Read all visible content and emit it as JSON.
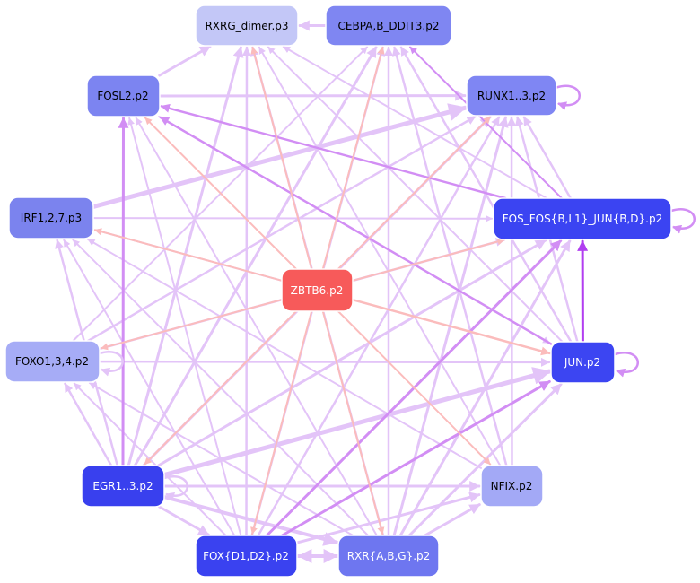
{
  "nodes": [
    {
      "id": "rxrg",
      "label": "RXRG_dimer.p3",
      "fill": "#c3c7f7",
      "text": "#000000"
    },
    {
      "id": "cebpa",
      "label": "CEBPA,B_DDIT3.p2",
      "fill": "#7f86f2",
      "text": "#000000"
    },
    {
      "id": "fosl2",
      "label": "FOSL2.p2",
      "fill": "#7c84f1",
      "text": "#000000"
    },
    {
      "id": "runx",
      "label": "RUNX1..3.p2",
      "fill": "#7f86f3",
      "text": "#000000"
    },
    {
      "id": "irf",
      "label": "IRF1,2,7.p3",
      "fill": "#7b83ee",
      "text": "#000000"
    },
    {
      "id": "fosfos",
      "label": "FOS_FOS{B,L1}_JUN{B,D}.p2",
      "fill": "#3b44f2",
      "text": "#ffffff"
    },
    {
      "id": "zbtb6",
      "label": "ZBTB6.p2",
      "fill": "#f75a5a",
      "text": "#ffffff"
    },
    {
      "id": "foxo",
      "label": "FOXO1,3,4.p2",
      "fill": "#a6acf6",
      "text": "#000000"
    },
    {
      "id": "jun",
      "label": "JUN.p2",
      "fill": "#3c45f2",
      "text": "#ffffff"
    },
    {
      "id": "egr",
      "label": "EGR1..3.p2",
      "fill": "#3940ee",
      "text": "#ffffff"
    },
    {
      "id": "nfix",
      "label": "NFIX.p2",
      "fill": "#a3a9f6",
      "text": "#000000"
    },
    {
      "id": "foxd",
      "label": "FOX{D1,D2}.p2",
      "fill": "#3a42f0",
      "text": "#ffffff"
    },
    {
      "id": "rxrabg",
      "label": "RXR{A,B,G}.p2",
      "fill": "#6e76f0",
      "text": "#ffffff"
    }
  ],
  "colors": {
    "edge_red": "#fbbcbc",
    "edge_lilac": "#e3c4f8",
    "edge_purple": "#d28ef4",
    "edge_strong": "#b13ef0"
  },
  "edges": [
    {
      "from": "zbtb6",
      "to": "rxrg",
      "kind": "red",
      "w": 2
    },
    {
      "from": "zbtb6",
      "to": "cebpa",
      "kind": "red",
      "w": 2
    },
    {
      "from": "zbtb6",
      "to": "fosl2",
      "kind": "red",
      "w": 2
    },
    {
      "from": "zbtb6",
      "to": "runx",
      "kind": "red",
      "w": 2
    },
    {
      "from": "zbtb6",
      "to": "irf",
      "kind": "red",
      "w": 2
    },
    {
      "from": "zbtb6",
      "to": "fosfos",
      "kind": "red",
      "w": 2
    },
    {
      "from": "zbtb6",
      "to": "foxo",
      "kind": "red",
      "w": 2
    },
    {
      "from": "zbtb6",
      "to": "jun",
      "kind": "red",
      "w": 2.5
    },
    {
      "from": "zbtb6",
      "to": "egr",
      "kind": "red",
      "w": 2
    },
    {
      "from": "zbtb6",
      "to": "nfix",
      "kind": "red",
      "w": 2
    },
    {
      "from": "zbtb6",
      "to": "foxd",
      "kind": "red",
      "w": 2
    },
    {
      "from": "zbtb6",
      "to": "rxrabg",
      "kind": "red",
      "w": 2
    },
    {
      "from": "cebpa",
      "to": "rxrg",
      "kind": "lilac",
      "w": 3
    },
    {
      "from": "fosl2",
      "to": "rxrg",
      "kind": "lilac",
      "w": 3
    },
    {
      "from": "fosl2",
      "to": "runx",
      "kind": "lilac",
      "w": 3
    },
    {
      "from": "irf",
      "to": "runx",
      "kind": "lilac",
      "w": 5
    },
    {
      "from": "fosfos",
      "to": "fosl2",
      "kind": "purple",
      "w": 2.5
    },
    {
      "from": "fosfos",
      "to": "cebpa",
      "kind": "purple",
      "w": 2
    },
    {
      "from": "fosfos",
      "to": "rxrg",
      "kind": "lilac",
      "w": 2
    },
    {
      "from": "fosfos",
      "to": "runx",
      "kind": "lilac",
      "w": 2.5
    },
    {
      "from": "jun",
      "to": "fosl2",
      "kind": "purple",
      "w": 2.5
    },
    {
      "from": "jun",
      "to": "cebpa",
      "kind": "lilac",
      "w": 2.5
    },
    {
      "from": "jun",
      "to": "rxrg",
      "kind": "lilac",
      "w": 2
    },
    {
      "from": "jun",
      "to": "fosfos",
      "kind": "strong",
      "w": 3
    },
    {
      "from": "jun",
      "to": "runx",
      "kind": "lilac",
      "w": 2.5
    },
    {
      "from": "jun",
      "to": "irf",
      "kind": "lilac",
      "w": 2
    },
    {
      "from": "egr",
      "to": "fosl2",
      "kind": "purple",
      "w": 3
    },
    {
      "from": "egr",
      "to": "rxrg",
      "kind": "lilac",
      "w": 3
    },
    {
      "from": "egr",
      "to": "cebpa",
      "kind": "lilac",
      "w": 3
    },
    {
      "from": "egr",
      "to": "runx",
      "kind": "lilac",
      "w": 3
    },
    {
      "from": "egr",
      "to": "irf",
      "kind": "lilac",
      "w": 2.5
    },
    {
      "from": "egr",
      "to": "fosfos",
      "kind": "lilac",
      "w": 3
    },
    {
      "from": "egr",
      "to": "jun",
      "kind": "lilac",
      "w": 5
    },
    {
      "from": "egr",
      "to": "foxo",
      "kind": "lilac",
      "w": 2.5
    },
    {
      "from": "egr",
      "to": "nfix",
      "kind": "lilac",
      "w": 3
    },
    {
      "from": "egr",
      "to": "foxd",
      "kind": "lilac",
      "w": 3
    },
    {
      "from": "egr",
      "to": "rxrabg",
      "kind": "lilac",
      "w": 4
    },
    {
      "from": "foxd",
      "to": "fosl2",
      "kind": "lilac",
      "w": 2
    },
    {
      "from": "foxd",
      "to": "rxrg",
      "kind": "lilac",
      "w": 2.5
    },
    {
      "from": "foxd",
      "to": "cebpa",
      "kind": "lilac",
      "w": 2.5
    },
    {
      "from": "foxd",
      "to": "runx",
      "kind": "lilac",
      "w": 2.5
    },
    {
      "from": "foxd",
      "to": "fosfos",
      "kind": "purple",
      "w": 3
    },
    {
      "from": "foxd",
      "to": "jun",
      "kind": "purple",
      "w": 3
    },
    {
      "from": "foxd",
      "to": "irf",
      "kind": "lilac",
      "w": 2
    },
    {
      "from": "foxd",
      "to": "foxo",
      "kind": "lilac",
      "w": 2
    },
    {
      "from": "foxd",
      "to": "nfix",
      "kind": "lilac",
      "w": 3
    },
    {
      "from": "foxd",
      "to": "rxrabg",
      "kind": "lilac",
      "w": 4
    },
    {
      "from": "rxrabg",
      "to": "foxd",
      "kind": "lilac",
      "w": 4
    },
    {
      "from": "rxrabg",
      "to": "fosl2",
      "kind": "lilac",
      "w": 2
    },
    {
      "from": "rxrabg",
      "to": "cebpa",
      "kind": "lilac",
      "w": 2.5
    },
    {
      "from": "rxrabg",
      "to": "rxrg",
      "kind": "lilac",
      "w": 2.5
    },
    {
      "from": "rxrabg",
      "to": "runx",
      "kind": "lilac",
      "w": 3
    },
    {
      "from": "rxrabg",
      "to": "fosfos",
      "kind": "lilac",
      "w": 3
    },
    {
      "from": "rxrabg",
      "to": "jun",
      "kind": "lilac",
      "w": 3
    },
    {
      "from": "rxrabg",
      "to": "irf",
      "kind": "lilac",
      "w": 2
    },
    {
      "from": "rxrabg",
      "to": "foxo",
      "kind": "lilac",
      "w": 2
    },
    {
      "from": "rxrabg",
      "to": "nfix",
      "kind": "lilac",
      "w": 3
    },
    {
      "from": "nfix",
      "to": "runx",
      "kind": "lilac",
      "w": 2.5
    },
    {
      "from": "nfix",
      "to": "cebpa",
      "kind": "lilac",
      "w": 2.5
    },
    {
      "from": "nfix",
      "to": "irf",
      "kind": "lilac",
      "w": 2
    },
    {
      "from": "nfix",
      "to": "rxrg",
      "kind": "lilac",
      "w": 2
    },
    {
      "from": "foxo",
      "to": "runx",
      "kind": "lilac",
      "w": 2.5
    },
    {
      "from": "foxo",
      "to": "cebpa",
      "kind": "lilac",
      "w": 2
    },
    {
      "from": "foxo",
      "to": "fosfos",
      "kind": "lilac",
      "w": 2.5
    },
    {
      "from": "foxo",
      "to": "jun",
      "kind": "lilac",
      "w": 2.5
    },
    {
      "from": "irf",
      "to": "fosfos",
      "kind": "lilac",
      "w": 2
    },
    {
      "from": "fosl2",
      "to": "jun",
      "kind": "lilac",
      "w": 2
    }
  ],
  "self_loops": [
    {
      "node": "runx",
      "kind": "purple"
    },
    {
      "node": "fosfos",
      "kind": "purple"
    },
    {
      "node": "jun",
      "kind": "purple"
    },
    {
      "node": "foxo",
      "kind": "lilac"
    },
    {
      "node": "egr",
      "kind": "lilac"
    }
  ]
}
